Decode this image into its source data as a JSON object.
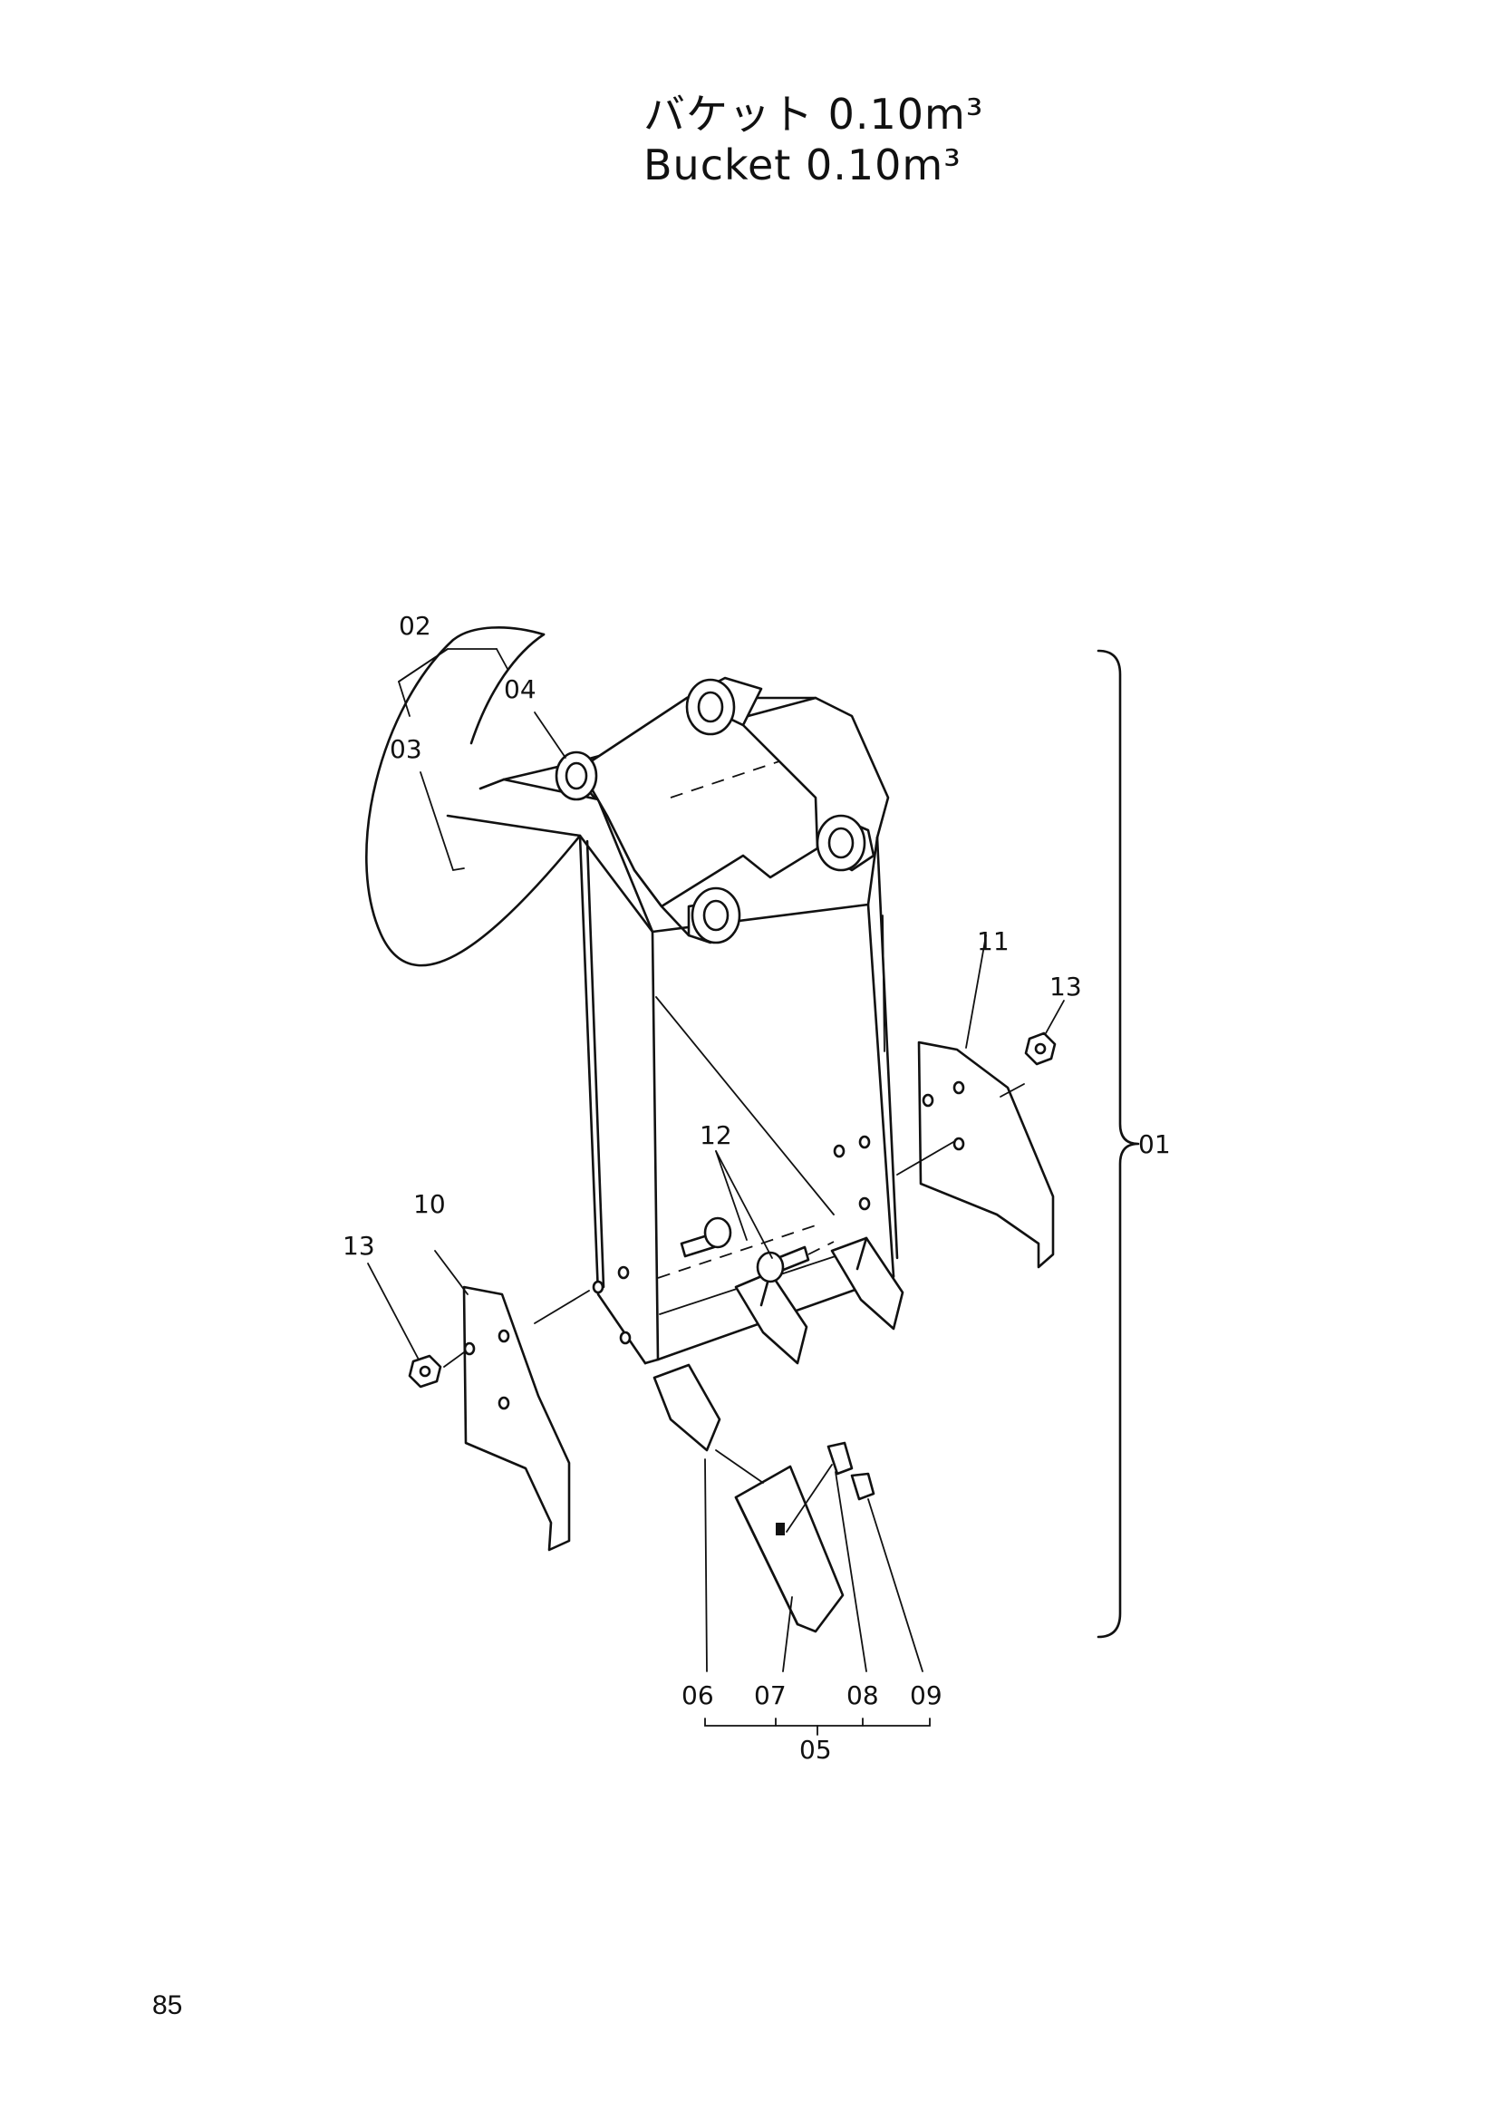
{
  "title": {
    "japanese": "バケット 0.10m³",
    "english": "Bucket  0.10m³"
  },
  "page_number": "85",
  "callouts": {
    "c01": "01",
    "c02": "02",
    "c03": "03",
    "c04": "04",
    "c05": "05",
    "c06": "06",
    "c07": "07",
    "c08": "08",
    "c09": "09",
    "c10": "10",
    "c11": "11",
    "c12": "12",
    "c13_left": "13",
    "c13_right": "13"
  }
}
